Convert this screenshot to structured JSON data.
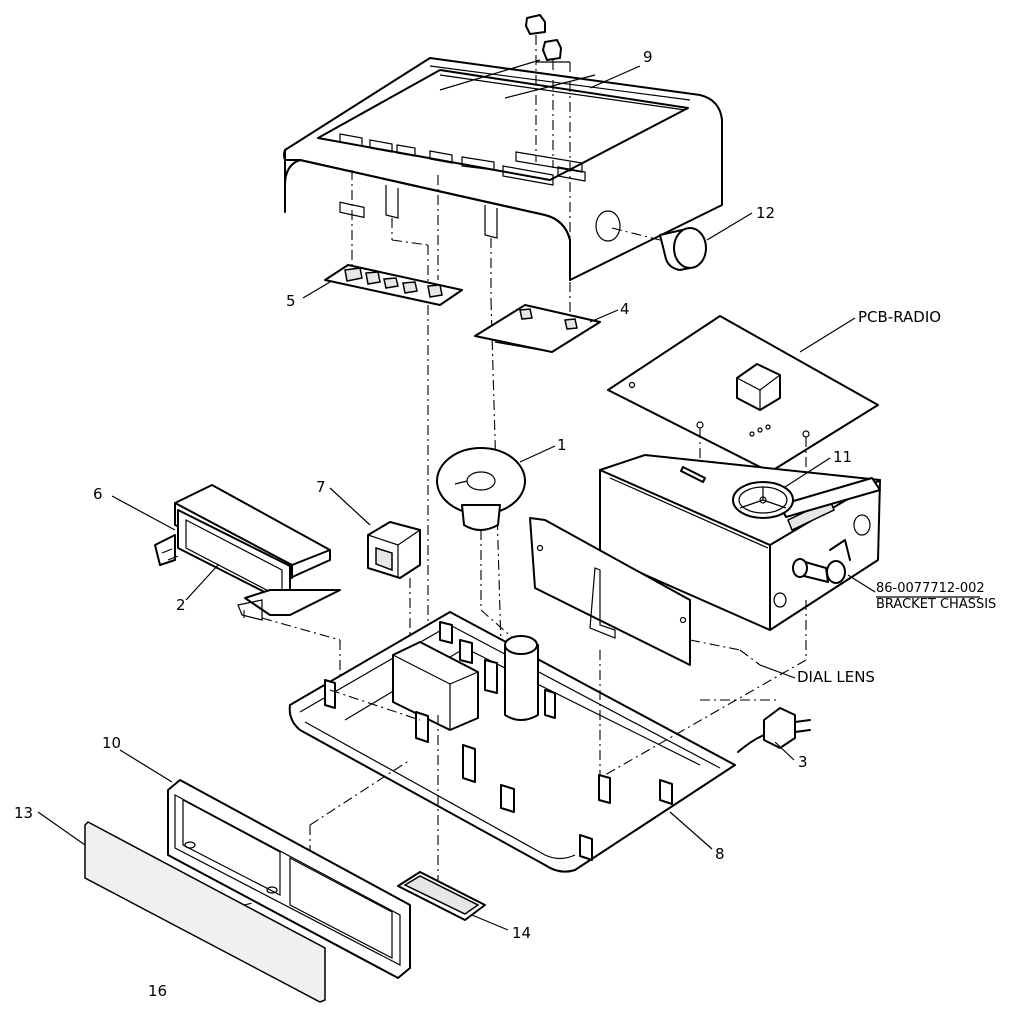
{
  "labels": {
    "p1": "1",
    "p2": "2",
    "p3": "3",
    "p4": "4",
    "p5": "5",
    "p6": "6",
    "p7": "7",
    "p8": "8",
    "p9": "9",
    "p10": "10",
    "p11": "11",
    "p12": "12",
    "p13": "13",
    "p14": "14",
    "p16": "16",
    "pcb_radio": "PCB-RADIO",
    "bracket_part_no": "86-0077712-002",
    "bracket_name": "BRACKET CHASSIS",
    "dial_lens": "DIAL LENS"
  }
}
